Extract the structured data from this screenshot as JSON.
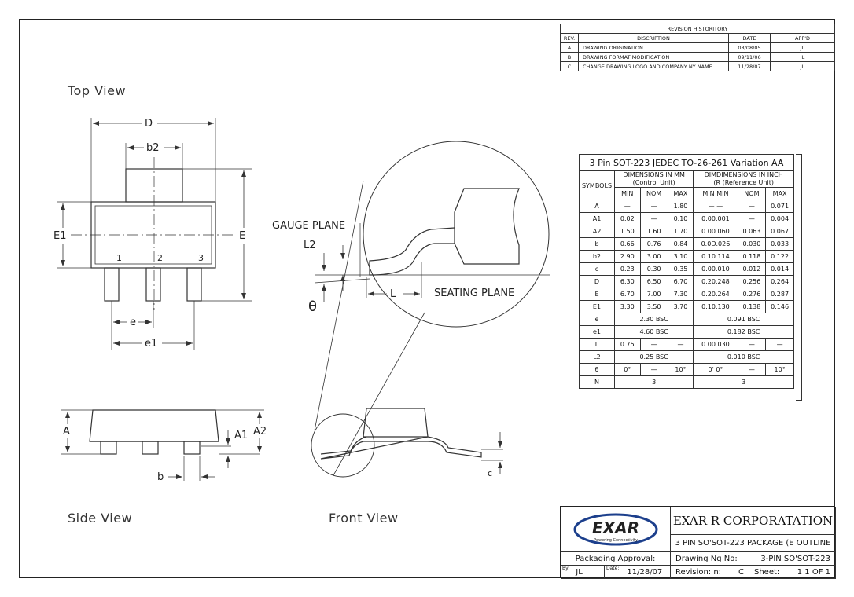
{
  "revision": {
    "title": "REVISION HISTORITORY",
    "headers": [
      "REV.",
      "DISCRIPTION",
      "DATE",
      "APP'D"
    ],
    "rows": [
      [
        "A",
        "DRAWING ORIGINATION",
        "08/08/05",
        "JL"
      ],
      [
        "B",
        "DRAWING FORMAT MODIFICATION",
        "09/11/06",
        "JL"
      ],
      [
        "C",
        "CHANGE DRAWING LOGO AND COMPANY NY NAME",
        "11/28/07",
        "JL"
      ]
    ]
  },
  "views": {
    "top": "Top View",
    "side": "Side View",
    "front": "Front View"
  },
  "dims": {
    "D": "D",
    "b2": "b2",
    "E1": "E1",
    "E": "E",
    "e": "e",
    "e1": "e1",
    "A": "A",
    "A1": "A1",
    "A2": "A2",
    "b": "b",
    "c": "c",
    "L": "L",
    "L2": "L2",
    "theta": "θ",
    "pin1": "1",
    "pin2": "2",
    "pin3": "3"
  },
  "callouts": {
    "gauge": "GAUGE PLANE",
    "seating": "SEATING PLANE"
  },
  "dim_table": {
    "title": "3 Pin SOT-223 JEDEC TO-26-261 Variation AA",
    "symbols_header": "SYMBOLS",
    "mm_header": "DIMENSIONS IN MM",
    "mm_sub": "(Control Unit)",
    "inch_header": "DIMDIMENSIONS IN INCH",
    "inch_sub": "(R (Reference Unit)",
    "cols": [
      "MIN",
      "NOM",
      "MAX",
      "MIN MIN",
      "NOM",
      "MAX"
    ],
    "rows": [
      [
        "A",
        "—",
        "—",
        "1.80",
        "— —",
        "—",
        "0.071"
      ],
      [
        "A1",
        "0.02",
        "—",
        "0.10",
        "0.00.001",
        "—",
        "0.004"
      ],
      [
        "A2",
        "1.50",
        "1.60",
        "1.70",
        "0.00.060",
        "0.063",
        "0.067"
      ],
      [
        "b",
        "0.66",
        "0.76",
        "0.84",
        "0.0D.026",
        "0.030",
        "0.033"
      ],
      [
        "b2",
        "2.90",
        "3.00",
        "3.10",
        "0.10.114",
        "0.118",
        "0.122"
      ],
      [
        "c",
        "0.23",
        "0.30",
        "0.35",
        "0.00.010",
        "0.012",
        "0.014"
      ],
      [
        "D",
        "6.30",
        "6.50",
        "6.70",
        "0.20.248",
        "0.256",
        "0.264"
      ],
      [
        "E",
        "6.70",
        "7.00",
        "7.30",
        "0.20.264",
        "0.276",
        "0.287"
      ],
      [
        "E1",
        "3.30",
        "3.50",
        "3.70",
        "0.10.130",
        "0.138",
        "0.146"
      ]
    ],
    "span_rows": [
      [
        "e",
        "2.30 BSC",
        "0.091 BSC"
      ],
      [
        "e1",
        "4.60 BSC",
        "0.182 BSC"
      ]
    ],
    "L_row": [
      "L",
      "0.75",
      "—",
      "—",
      "0.00.030",
      "—",
      "—"
    ],
    "L2_row": [
      "L2",
      "0.25 BSC",
      "0.010 BSC"
    ],
    "theta_row": [
      "θ",
      "0°",
      "—",
      "10°",
      "0' 0°",
      "—",
      "10°"
    ],
    "N_row": [
      "N",
      "3",
      "3"
    ]
  },
  "title_block": {
    "logo": "EXAR",
    "tagline": "Powering Connectivity",
    "company": "EXAR R CORPORATATION",
    "package": "3 PIN SO'SOT-223 PACKAGE (E OUTLINE",
    "approval": "Packaging Approval:",
    "drawing_label": "Drawing Ng No:",
    "drawing_no": "3-PIN SO'SOT-223",
    "by_label": "By:",
    "by_value": "JL",
    "date_label": "Date:",
    "date_value": "11/28/07",
    "revision_label": "Revision: n:",
    "revision_value": "C",
    "sheet_label": "Sheet:",
    "sheet_value": "1 1 OF 1"
  },
  "colors": {
    "line": "#333333",
    "logo_blue": "#1c3f8c"
  }
}
